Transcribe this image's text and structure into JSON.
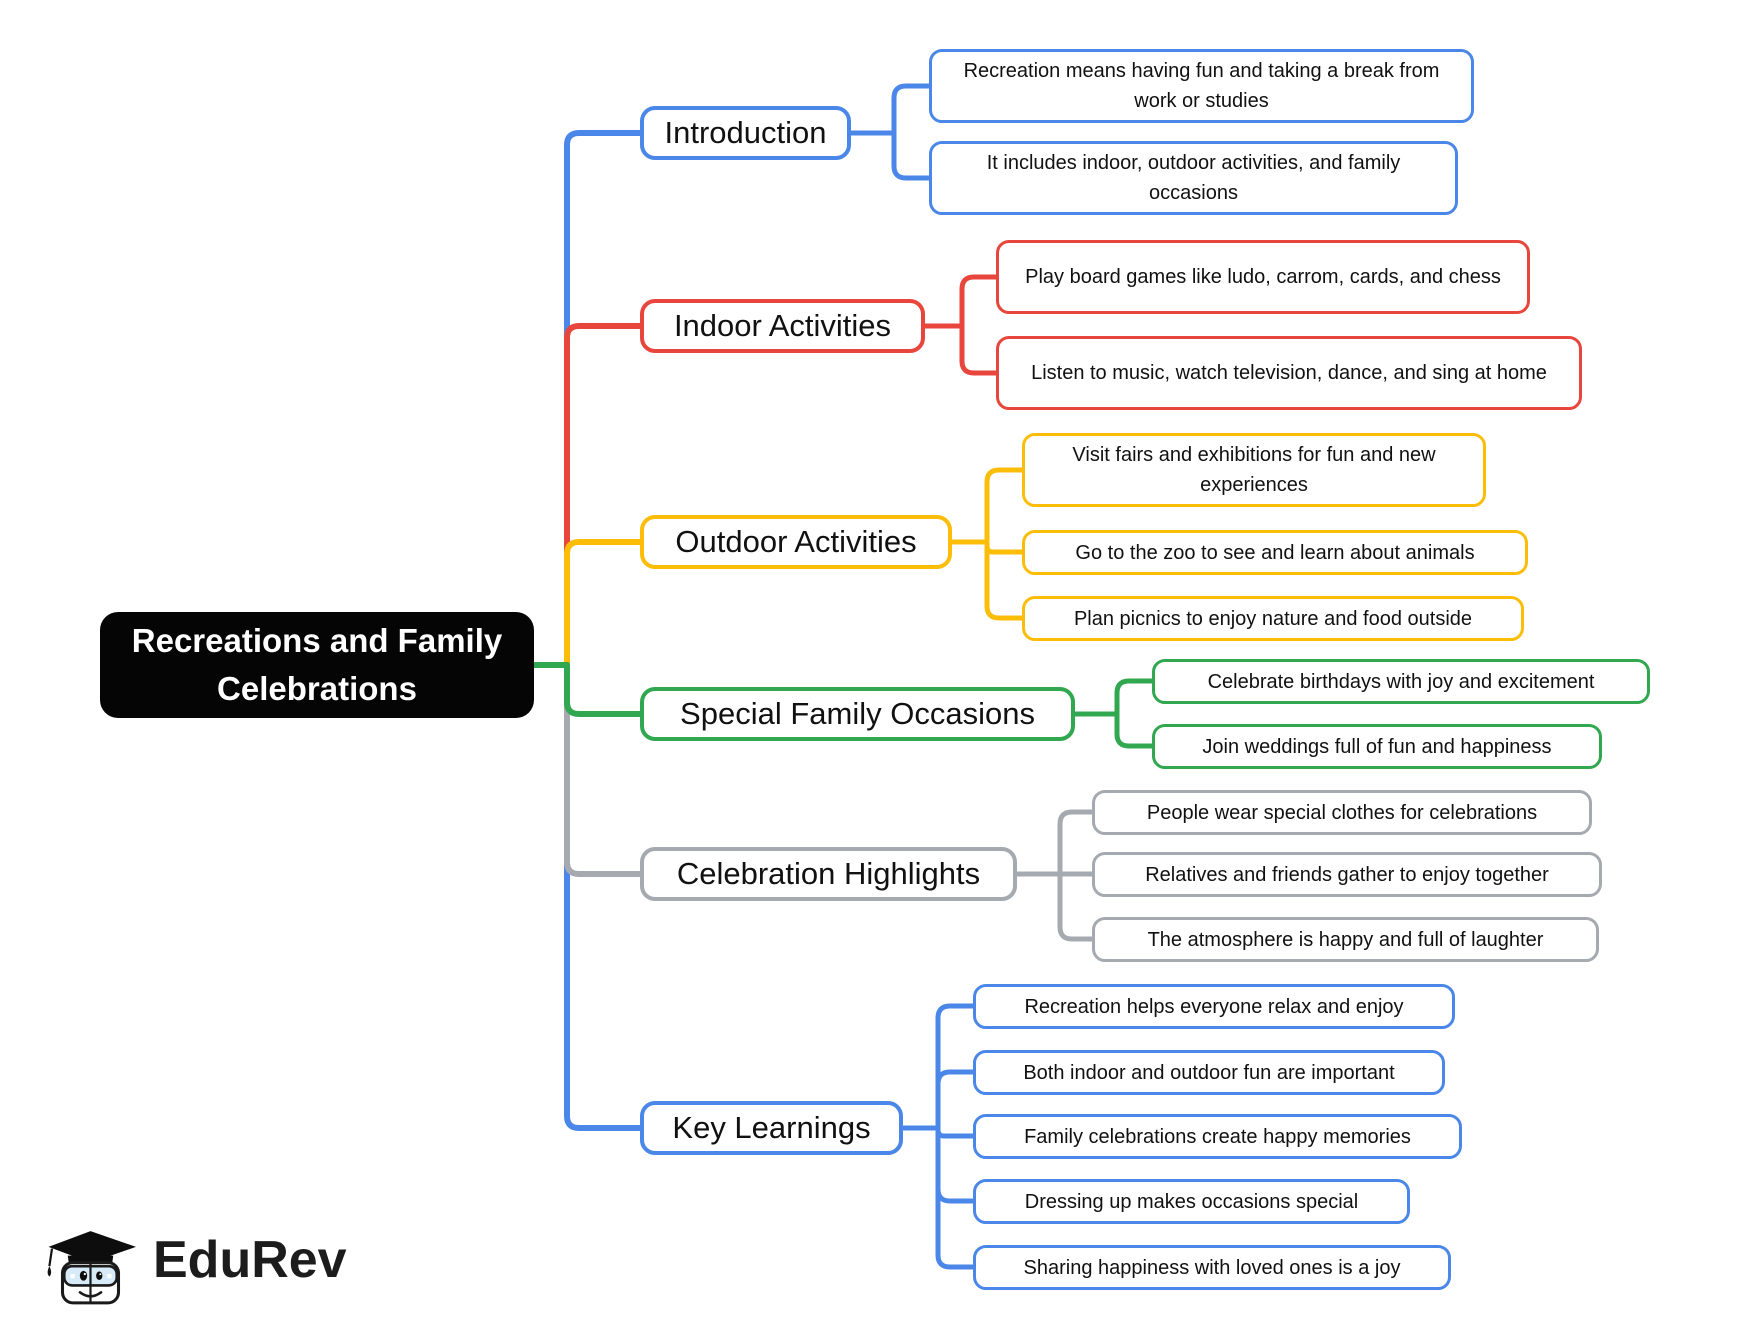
{
  "root": {
    "label": "Recreations and Family Celebrations"
  },
  "branches": [
    {
      "label": "Introduction",
      "color": "#4a87e8",
      "children": [
        {
          "text": "Recreation means having fun and taking a break from work or studies"
        },
        {
          "text": "It includes indoor, outdoor activities, and family occasions"
        }
      ]
    },
    {
      "label": "Indoor Activities",
      "color": "#e8463c",
      "children": [
        {
          "text": "Play board games like ludo, carrom, cards, and chess"
        },
        {
          "text": "Listen to music, watch television, dance, and sing at home"
        }
      ]
    },
    {
      "label": "Outdoor Activities",
      "color": "#fbbd08",
      "children": [
        {
          "text": "Visit fairs and exhibitions for fun and new experiences"
        },
        {
          "text": "Go to the zoo to see and learn about animals"
        },
        {
          "text": "Plan picnics to enjoy nature and food outside"
        }
      ]
    },
    {
      "label": "Special Family Occasions",
      "color": "#31a84f",
      "children": [
        {
          "text": "Celebrate birthdays with joy and excitement"
        },
        {
          "text": "Join weddings full of fun and happiness"
        }
      ]
    },
    {
      "label": "Celebration Highlights",
      "color": "#a5aab1",
      "children": [
        {
          "text": "People wear special clothes for celebrations"
        },
        {
          "text": "Relatives and friends gather to enjoy together"
        },
        {
          "text": "The atmosphere is happy and full of laughter"
        }
      ]
    },
    {
      "label": "Key Learnings",
      "color": "#4a87e8",
      "children": [
        {
          "text": "Recreation helps everyone relax and enjoy"
        },
        {
          "text": "Both indoor and outdoor fun are important"
        },
        {
          "text": "Family celebrations create happy memories"
        },
        {
          "text": "Dressing up makes occasions special"
        },
        {
          "text": "Sharing happiness with loved ones is a joy"
        }
      ]
    }
  ],
  "logo": {
    "brand": "EduRev"
  }
}
